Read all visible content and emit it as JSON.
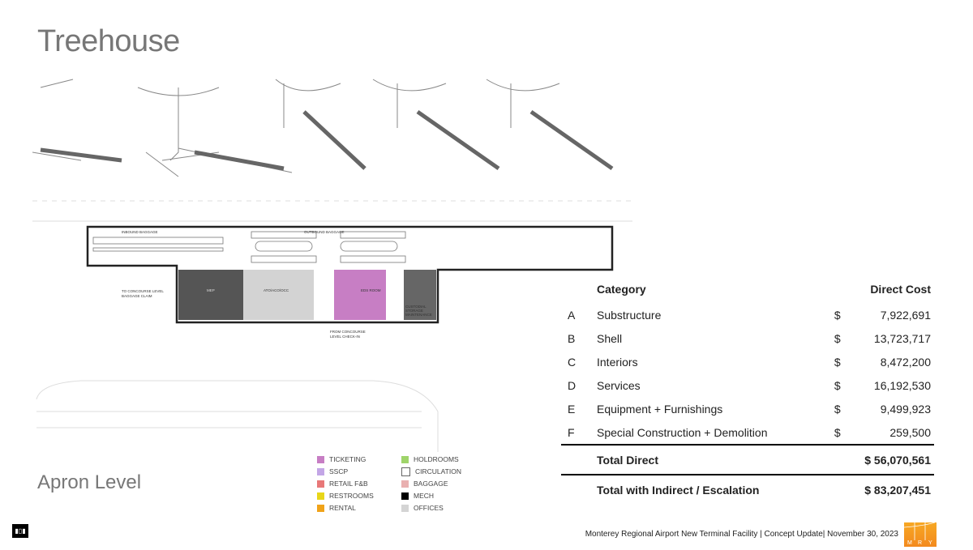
{
  "title": "Treehouse",
  "level_label": "Apron Level",
  "plan_labels": {
    "inbound": "INBOUND BAGGAGE",
    "outbound": "OUTBOUND BAGGAGE",
    "to_claim_1": "TO CONCOURSE LEVEL",
    "to_claim_2": "BAGGAGE CLAIM",
    "mep": "MEP",
    "ato": "ATO/ACO/OCC",
    "eds": "EDS ROOM",
    "custodial_1": "CUSTODIAL",
    "custodial_2": "STORAGE",
    "custodial_3": "MAINTENANCE",
    "from_checkin_1": "FROM CONCOURSE",
    "from_checkin_2": "LEVEL CHECK-IN"
  },
  "legend": [
    {
      "label": "TICKETING",
      "color": "#c77ec4"
    },
    {
      "label": "HOLDROOMS",
      "color": "#9fd46a"
    },
    {
      "label": "SSCP",
      "color": "#c3a6e6"
    },
    {
      "label": "CIRCULATION",
      "color": "#ffffff"
    },
    {
      "label": "RETAIL F&B",
      "color": "#e87878"
    },
    {
      "label": "BAGGAGE",
      "color": "#e9b0b0"
    },
    {
      "label": "RESTROOMS",
      "color": "#e8d619"
    },
    {
      "label": "MECH",
      "color": "#000000"
    },
    {
      "label": "RENTAL",
      "color": "#f0a319"
    },
    {
      "label": "OFFICES",
      "color": "#d4d4d4"
    }
  ],
  "table": {
    "headers": {
      "category": "Category",
      "cost": "Direct Cost"
    },
    "rows": [
      {
        "letter": "A",
        "category": "Substructure",
        "currency": "$",
        "cost": "7,922,691"
      },
      {
        "letter": "B",
        "category": "Shell",
        "currency": "$",
        "cost": "13,723,717"
      },
      {
        "letter": "C",
        "category": "Interiors",
        "currency": "$",
        "cost": "8,472,200"
      },
      {
        "letter": "D",
        "category": "Services",
        "currency": "$",
        "cost": "16,192,530"
      },
      {
        "letter": "E",
        "category": "Equipment + Furnishings",
        "currency": "$",
        "cost": "9,499,923"
      },
      {
        "letter": "F",
        "category": "Special Construction + Demolition",
        "currency": "$",
        "cost": "259,500"
      }
    ],
    "total_direct": {
      "label": "Total Direct",
      "value": "$ 56,070,561"
    },
    "total_indirect": {
      "label": "Total with Indirect / Escalation",
      "value": "$ 83,207,451"
    }
  },
  "footer": "Monterey Regional Airport New Terminal Facility | Concept Update| November 30, 2023",
  "logo_mry": {
    "m": "M",
    "r": "R",
    "y": "Y"
  },
  "logo_left": "HOK"
}
